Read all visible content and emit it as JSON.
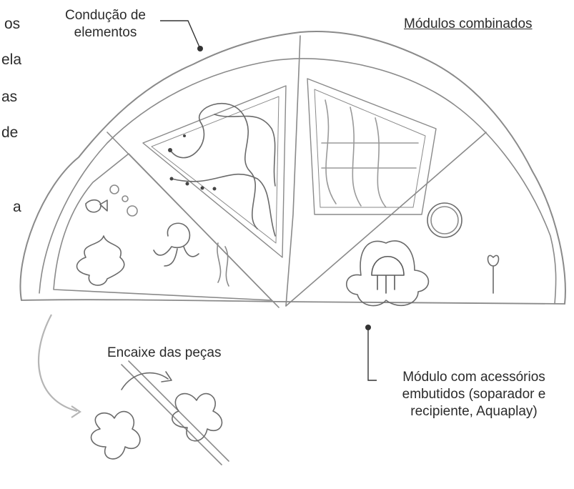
{
  "left_text_fragments": [
    "os",
    "ela",
    "as",
    "de",
    "a"
  ],
  "labels": {
    "conducao": [
      "Condução de",
      "elementos"
    ],
    "modulos_combinados": "Módulos combinados",
    "encaixe": "Encaixe das peças",
    "modulo_acessorios": [
      "Módulo com acessórios",
      "embutidos (soparador e",
      "recipiente, Aquaplay)"
    ]
  },
  "colors": {
    "pencil": "#8a8a8a",
    "dark_pencil": "#555555",
    "leader": "#333333",
    "arrow": "#b5b5b5"
  }
}
